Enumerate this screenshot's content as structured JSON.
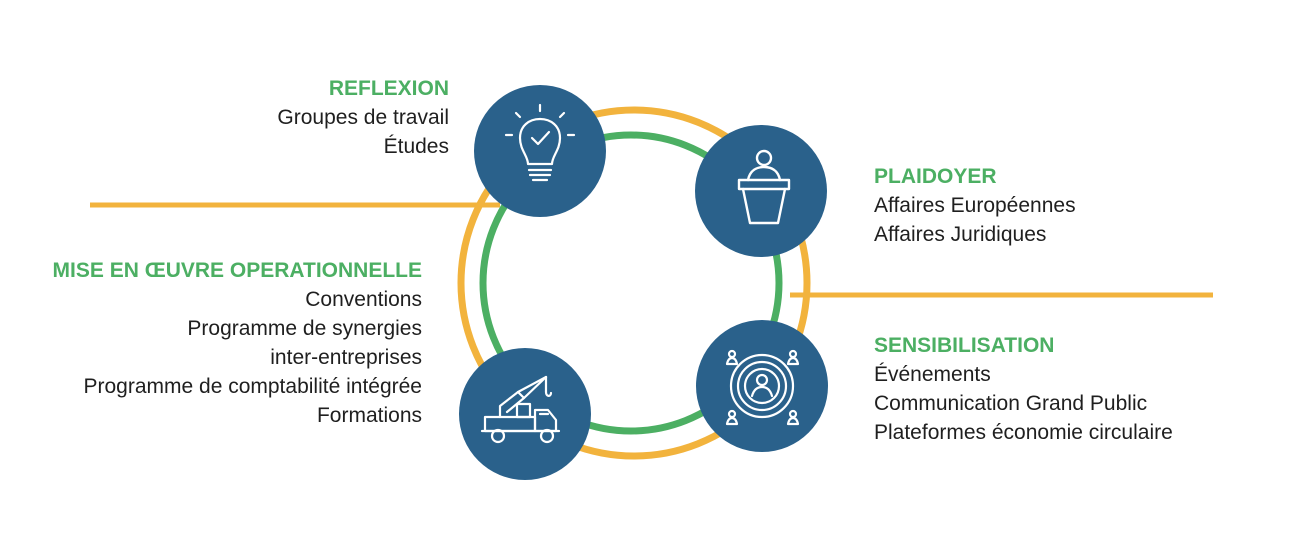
{
  "colors": {
    "blue": "#2a618b",
    "orange": "#f2b33d",
    "green": "#4caf63",
    "text": "#1f1f1f",
    "icon": "#ffffff"
  },
  "reflexion": {
    "icon": "lightbulb-icon",
    "title": "REFLEXION",
    "items": [
      "Groupes de travail",
      "Études"
    ]
  },
  "plaidoyer": {
    "icon": "podium-speaker-icon",
    "title": "PLAIDOYER",
    "items": [
      "Affaires Européennes",
      "Affaires Juridiques"
    ]
  },
  "mise_en_oeuvre": {
    "icon": "crane-truck-icon",
    "title": "MISE EN ŒUVRE OPERATIONNELLE",
    "items": [
      "Conventions",
      "Programme de synergies",
      "inter-entreprises",
      "Programme de comptabilité intégrée",
      "Formations"
    ]
  },
  "sensibilisation": {
    "icon": "audience-broadcast-icon",
    "title": "SENSIBILISATION",
    "items": [
      "Événements",
      "Communication Grand Public",
      "Plateformes économie circulaire"
    ]
  }
}
